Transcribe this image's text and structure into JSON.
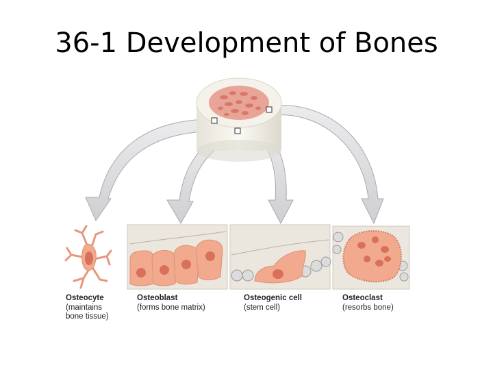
{
  "slide": {
    "title": "36-1 Development of Bones"
  },
  "cells": [
    {
      "name": "Osteocyte",
      "description": "(maintains\nbone tissue)"
    },
    {
      "name": "Osteoblast",
      "description": "(forms bone matrix)"
    },
    {
      "name": "Osteogenic cell",
      "description": "(stem cell)"
    },
    {
      "name": "Osteoclast",
      "description": "(resorbs bone)"
    }
  ],
  "colors": {
    "arrow_fill": "#d9d9db",
    "arrow_stroke": "#a9a9ad",
    "bone_rim": "#f4f2ea",
    "marrow": "#e39a8c",
    "cell_fill": "#f2aa8e",
    "nucleus": "#d9705a",
    "tissue_bg": "#e9e4dc"
  }
}
